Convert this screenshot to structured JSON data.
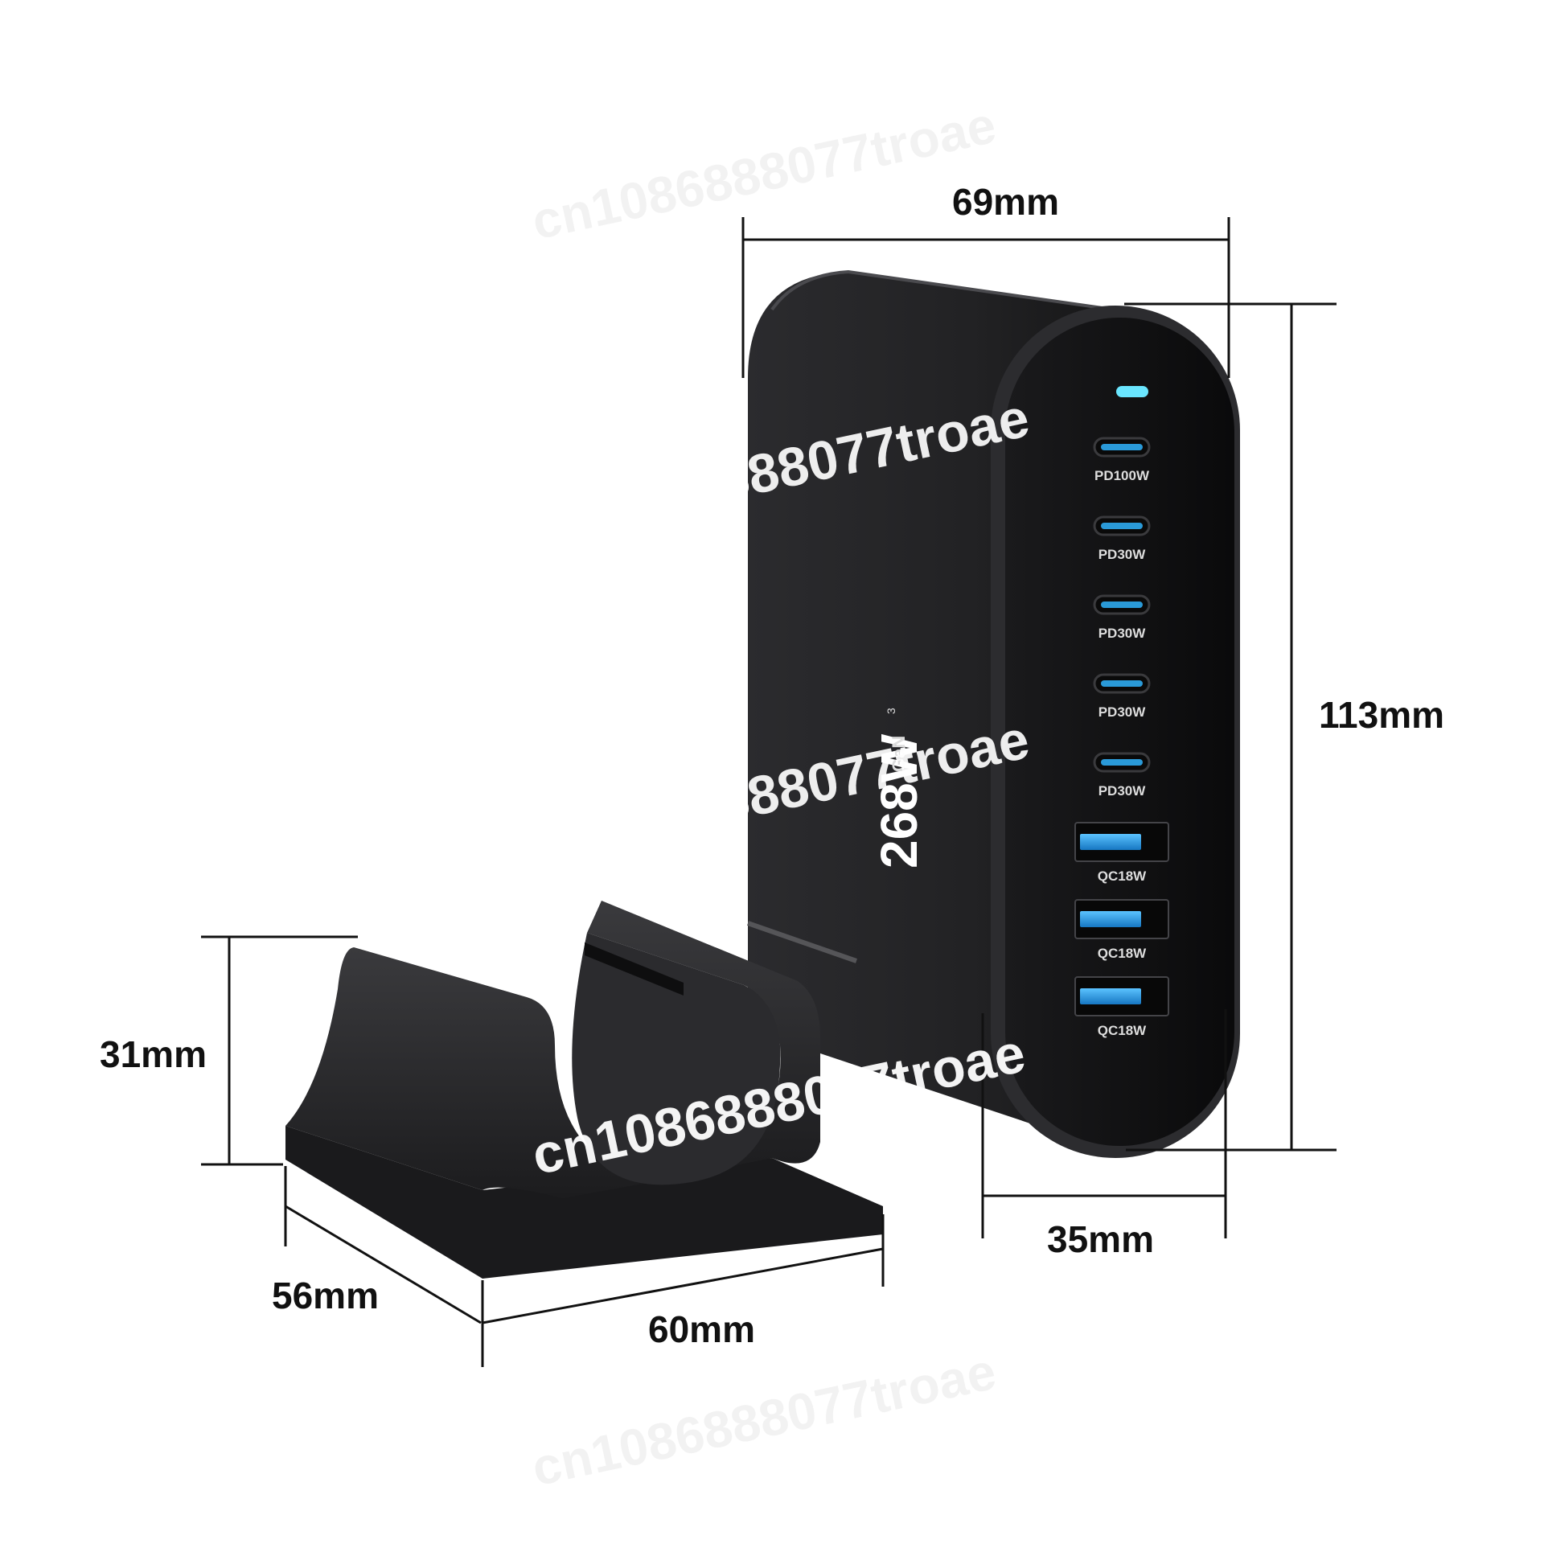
{
  "dimensions": {
    "width_top": "69mm",
    "height_right": "113mm",
    "depth_bottom": "35mm",
    "stand_height": "31mm",
    "stand_depth": "56mm",
    "stand_width": "60mm"
  },
  "charger": {
    "wattage_label": "268W",
    "gan_label": "GaN",
    "gan_superscript": "3",
    "ports": [
      {
        "type": "usb-c",
        "label": "PD100W"
      },
      {
        "type": "usb-c",
        "label": "PD30W"
      },
      {
        "type": "usb-c",
        "label": "PD30W"
      },
      {
        "type": "usb-c",
        "label": "PD30W"
      },
      {
        "type": "usb-c",
        "label": "PD30W"
      },
      {
        "type": "usb-a",
        "label": "QC18W"
      },
      {
        "type": "usb-a",
        "label": "QC18W"
      },
      {
        "type": "usb-a",
        "label": "QC18W"
      }
    ]
  },
  "watermark": {
    "text": "cn1086888077troae"
  },
  "colors": {
    "body": "#1e1e20",
    "face": "#0f0f10",
    "port_blue": "#2a9ad8",
    "led": "#6ae6ff",
    "dimension_lines": "#111111"
  }
}
